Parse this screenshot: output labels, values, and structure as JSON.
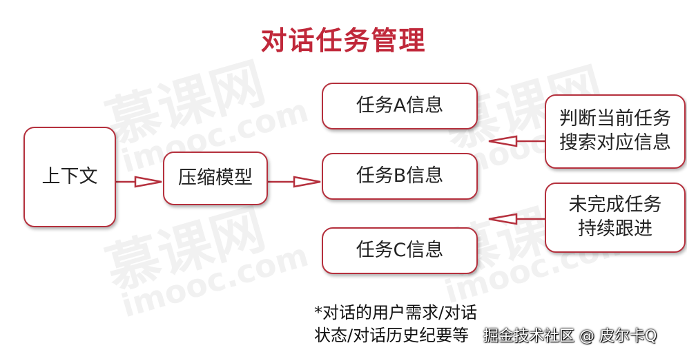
{
  "title": "对话任务管理",
  "watermark": {
    "brand": "慕课网",
    "domain": "imooc.com"
  },
  "nodes": {
    "context": "上下文",
    "compress_model": "压缩模型",
    "task_a": "任务A信息",
    "task_b": "任务B信息",
    "task_c": "任务C信息",
    "judge": [
      "判断当前任务",
      "搜索对应信息"
    ],
    "unfinished": [
      "未完成任务",
      "持续跟进"
    ]
  },
  "note": [
    "*对话的用户需求/对话",
    "状态/对话历史纪要等"
  ],
  "credit": "掘金技术社区 @ 皮尔卡Q",
  "colors": {
    "accent": "#b5303d",
    "title": "#c0283a"
  }
}
